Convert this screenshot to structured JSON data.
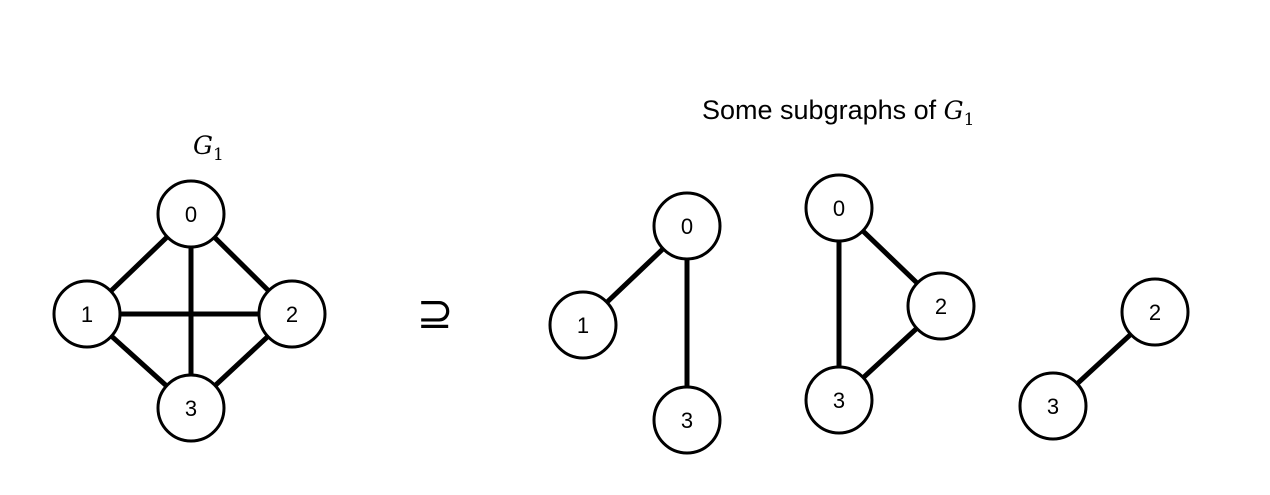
{
  "main_graph": {
    "title": "G",
    "title_subscript": "1",
    "nodes": [
      "0",
      "1",
      "2",
      "3"
    ],
    "edges": [
      [
        "0",
        "1"
      ],
      [
        "0",
        "2"
      ],
      [
        "1",
        "3"
      ],
      [
        "2",
        "3"
      ],
      [
        "1",
        "2"
      ],
      [
        "0",
        "3"
      ]
    ]
  },
  "relation_symbol": "⊇",
  "subgraphs_title": "Some subgraphs of ",
  "subgraphs_title_math": "G",
  "subgraphs_title_subscript": "1",
  "subgraphs": [
    {
      "nodes": [
        "0",
        "1",
        "3"
      ],
      "edges": [
        [
          "0",
          "1"
        ],
        [
          "0",
          "3"
        ]
      ]
    },
    {
      "nodes": [
        "0",
        "2",
        "3"
      ],
      "edges": [
        [
          "0",
          "2"
        ],
        [
          "0",
          "3"
        ],
        [
          "2",
          "3"
        ]
      ]
    },
    {
      "nodes": [
        "2",
        "3"
      ],
      "edges": [
        [
          "2",
          "3"
        ]
      ]
    }
  ]
}
